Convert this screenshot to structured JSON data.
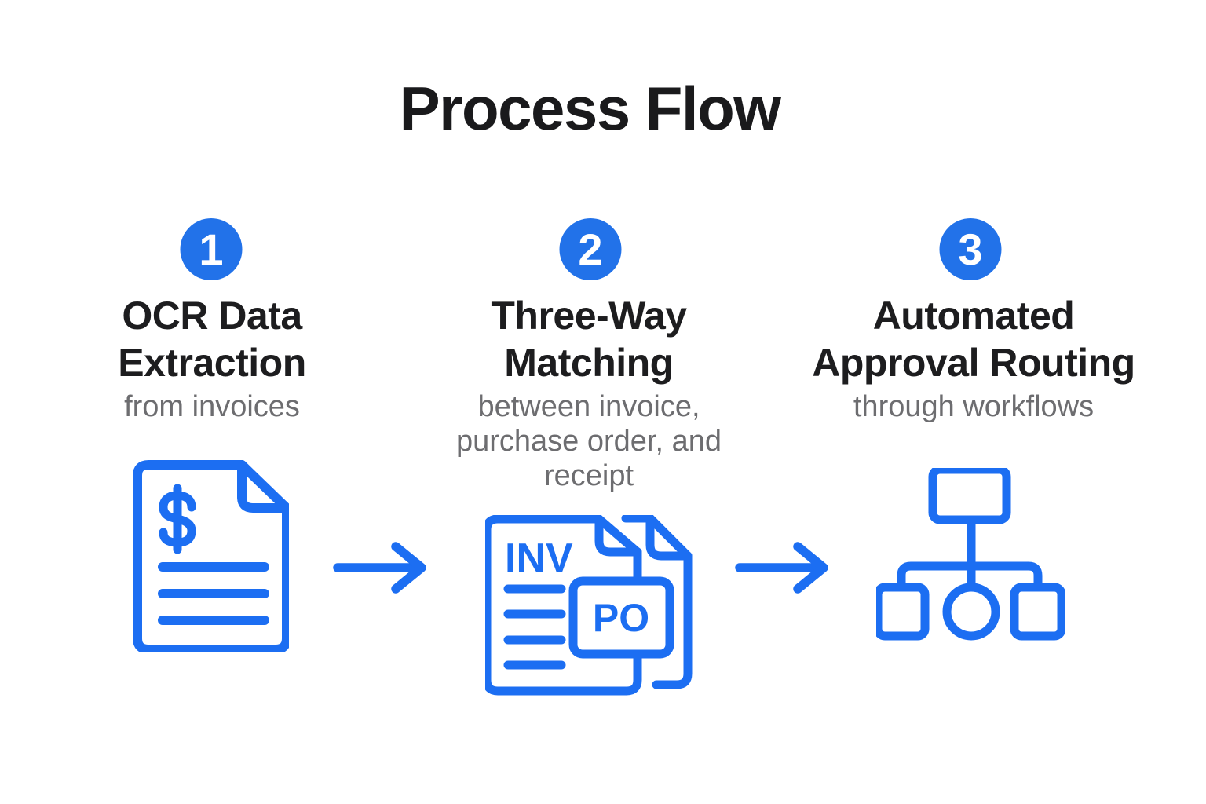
{
  "title": "Process Flow",
  "colors": {
    "badge_blue": "#2272e9",
    "icon_blue": "#1c6ef2",
    "heading_text": "#1d1d1f",
    "subtitle_text": "#6d6d70",
    "background": "#ffffff"
  },
  "steps": [
    {
      "number": "1",
      "title": "OCR Data Extraction",
      "subtitle": "from invoices",
      "icon": "invoice-dollar-document-icon"
    },
    {
      "number": "2",
      "title": "Three-Way Matching",
      "subtitle": "between invoice, purchase order, and receipt",
      "icon": "invoice-po-documents-icon",
      "icon_text": {
        "invoice_label": "INV",
        "po_label": "PO"
      }
    },
    {
      "number": "3",
      "title": "Automated Approval Routing",
      "subtitle": "through workflows",
      "icon": "approval-workflow-hierarchy-icon"
    }
  ],
  "arrows": [
    {
      "name": "arrow-step1-to-step2",
      "direction": "right"
    },
    {
      "name": "arrow-step2-to-step3",
      "direction": "right"
    }
  ]
}
